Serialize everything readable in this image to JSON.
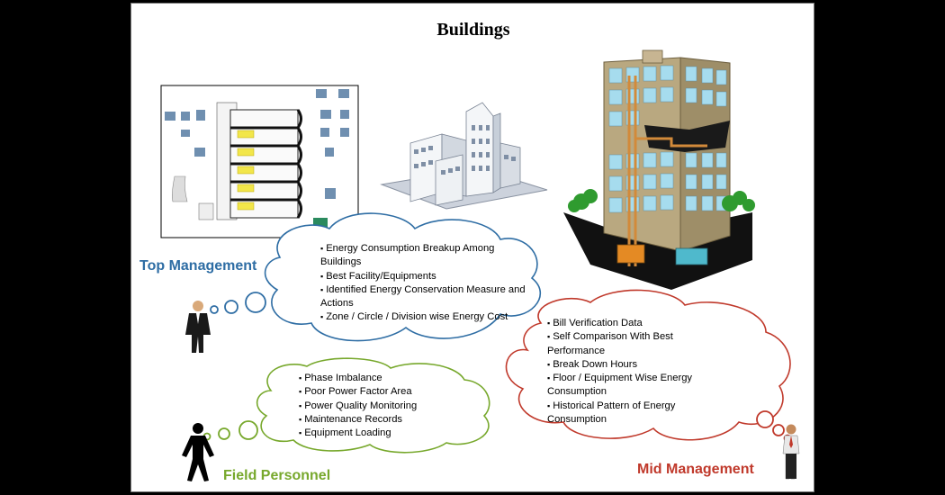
{
  "title": "Buildings",
  "colors": {
    "top_management": "#2e6da4",
    "field_personnel": "#77a82c",
    "mid_management": "#c0392b"
  },
  "roles": {
    "top_management": {
      "label": "Top Management",
      "items": [
        "Energy Consumption Breakup Among Buildings",
        "Best Facility/Equipments",
        "Identified Energy Conservation Measure and Actions",
        "Zone / Circle / Division wise Energy Cost"
      ]
    },
    "field_personnel": {
      "label": "Field Personnel",
      "items": [
        "Phase Imbalance",
        "Poor Power Factor Area",
        "Power Quality Monitoring",
        "Maintenance Records",
        "Equipment Loading"
      ]
    },
    "mid_management": {
      "label": "Mid Management",
      "items": [
        "Bill Verification Data",
        "Self Comparison With Best Performance",
        "Break Down Hours",
        "Floor / Equipment Wise Energy Consumption",
        "Historical Pattern of Energy Consumption"
      ]
    }
  },
  "icons": [
    "building-floor-plan-image",
    "city-buildings-image",
    "tall-building-image",
    "top-manager-person-icon",
    "field-person-icon",
    "mid-manager-person-icon"
  ]
}
